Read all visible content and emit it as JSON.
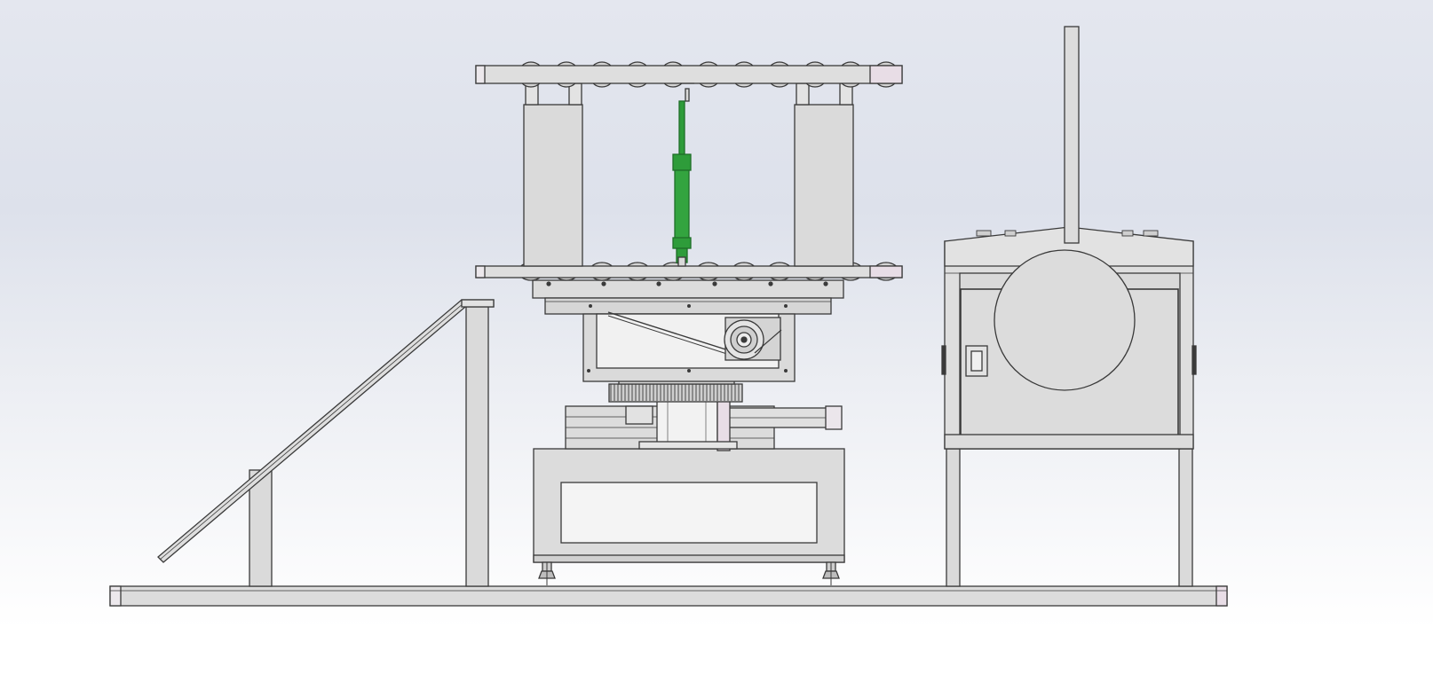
{
  "viewport": {
    "background_top": "#dde1eb",
    "background_bottom": "#ffffff"
  },
  "colors": {
    "part_fill": "#d9d9d9",
    "part_light": "#e6e6e6",
    "part_dark": "#c4c4c4",
    "edge": "#3a3a3a",
    "cylinder_green": "#2e9c3a",
    "cylinder_green_dark": "#1e6e28",
    "highlight_pink": "#e8dde6"
  },
  "parts": [
    "base-rail",
    "stair-handrail",
    "rotary-platform-frame",
    "top-roller-rack",
    "bottom-roller-rack",
    "support-columns",
    "pneumatic-cylinder",
    "gearbox-motor",
    "slewing-gear-ring",
    "linear-actuator",
    "pedestal-table",
    "leveling-feet",
    "control-cabinet",
    "cabinet-round-window",
    "cabinet-door-handle",
    "antenna-mast"
  ]
}
